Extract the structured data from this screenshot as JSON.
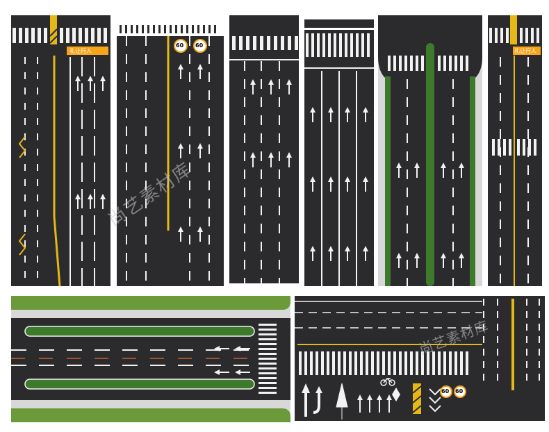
{
  "signs": {
    "yield_pedestrian": "礼让行人",
    "speed_limit": "60"
  },
  "watermark": {
    "text": "尚艺素材库"
  },
  "colors": {
    "asphalt": "#2b2b2d",
    "lane_white": "#f2f2f2",
    "lane_yellow": "#e4b816",
    "sign_orange": "#f6a51b",
    "grass": "#6a9a3a",
    "median_green": "#3e7a2c",
    "sidewalk": "#d8d8d8"
  },
  "icons": [
    "straight-arrow-icon",
    "left-turn-arrow-icon",
    "right-turn-arrow-icon",
    "u-turn-arrow-icon",
    "bicycle-icon",
    "speed-limit-sign-icon",
    "diamond-warning-icon",
    "hatch-zone-icon",
    "chevron-icon"
  ]
}
